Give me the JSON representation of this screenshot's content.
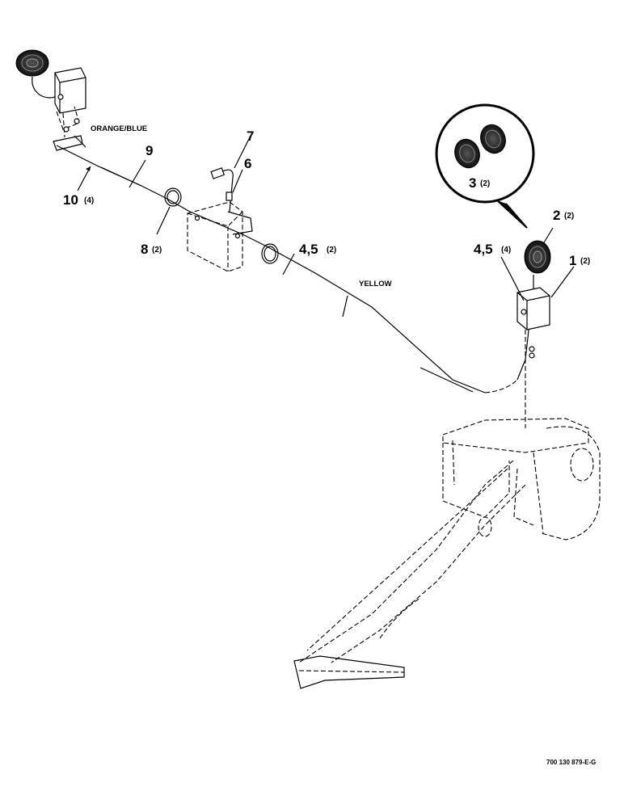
{
  "callouts": {
    "c1": {
      "num": "1",
      "qty": "(2)"
    },
    "c2": {
      "num": "2",
      "qty": "(2)"
    },
    "c3": {
      "num": "3",
      "qty": "(2)"
    },
    "c45a": {
      "num": "4,5",
      "qty": "(4)"
    },
    "c45b": {
      "num": "4,5",
      "qty": "(2)"
    },
    "c6": {
      "num": "6",
      "qty": ""
    },
    "c7": {
      "num": "7",
      "qty": ""
    },
    "c8": {
      "num": "8",
      "qty": "(2)"
    },
    "c9": {
      "num": "9",
      "qty": ""
    },
    "c10": {
      "num": "10",
      "qty": "(4)"
    }
  },
  "wire_labels": {
    "orange_blue": "ORANGE/BLUE",
    "yellow": "YELLOW"
  },
  "figure_ref": "700 130 879-E-G"
}
